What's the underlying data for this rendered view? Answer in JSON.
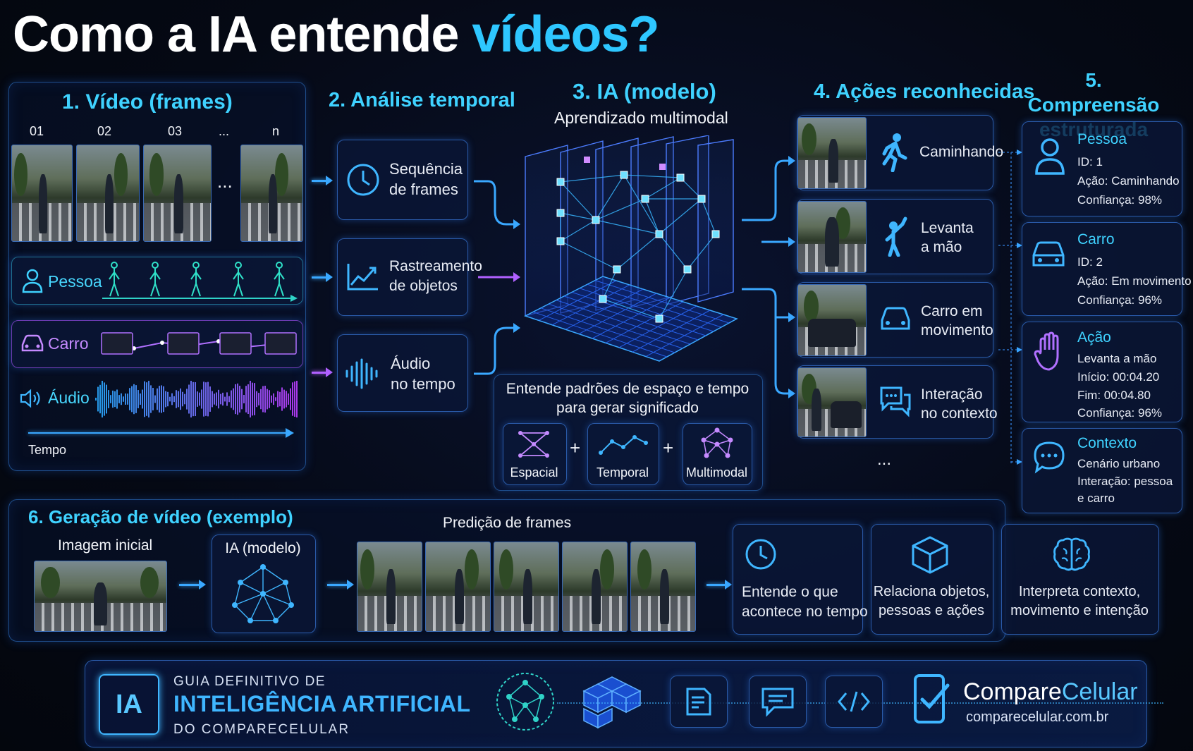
{
  "title": {
    "part1": "Como a IA entende ",
    "part2": "vídeos?"
  },
  "sec1": {
    "title": "1. Vídeo (frames)",
    "frames": [
      "01",
      "02",
      "03",
      "...",
      "n"
    ],
    "ellipsis": "...",
    "rows": [
      {
        "label": "Pessoa"
      },
      {
        "label": "Carro"
      },
      {
        "label": "Áudio"
      }
    ],
    "time_label": "Tempo"
  },
  "sec2": {
    "title": "2. Análise temporal",
    "items": [
      {
        "l1": "Sequência",
        "l2": "de frames"
      },
      {
        "l1": "Rastreamento",
        "l2": "de objetos"
      },
      {
        "l1": "Áudio",
        "l2": "no tempo"
      }
    ]
  },
  "sec3": {
    "title": "3. IA (modelo)",
    "subtitle": "Aprendizado multimodal",
    "box_l1": "Entende padrões de espaço e tempo",
    "box_l2": "para gerar significado",
    "chips": [
      "Espacial",
      "Temporal",
      "Multimodal"
    ],
    "plus": "+"
  },
  "sec4": {
    "title": "4. Ações reconhecidas",
    "items": [
      {
        "l1": "Caminhando",
        "l2": ""
      },
      {
        "l1": "Levanta",
        "l2": "a mão"
      },
      {
        "l1": "Carro em",
        "l2": "movimento"
      },
      {
        "l1": "Interação",
        "l2": "no contexto"
      }
    ],
    "more": "..."
  },
  "sec5": {
    "title_l1": "5. Compreensão",
    "title_l2": "estruturada",
    "cards": [
      {
        "title": "Pessoa",
        "lines": [
          "ID: 1",
          "Ação: Caminhando",
          "Confiança:  98%"
        ]
      },
      {
        "title": "Carro",
        "lines": [
          "ID: 2",
          "Ação: Em movimento",
          "Confiança:  96%"
        ]
      },
      {
        "title": "Ação",
        "lines": [
          "Levanta a mão",
          "Início: 00:04.20",
          "Fim:  00:04.80",
          "Confiança:  96%"
        ]
      },
      {
        "title": "Contexto",
        "lines": [
          "Cenário urbano",
          "Interação: pessoa",
          "e carro"
        ]
      }
    ]
  },
  "sec6": {
    "title": "6. Geração de vídeo (exemplo)",
    "initial": "Imagem inicial",
    "model": "IA (modelo)",
    "prediction": "Predição de frames",
    "cards": [
      {
        "l1": "Entende o que",
        "l2": "acontece no tempo"
      },
      {
        "l1": "Relaciona objetos,",
        "l2": "pessoas e ações"
      },
      {
        "l1": "Interpreta contexto,",
        "l2": "movimento e intenção"
      }
    ]
  },
  "footer": {
    "chip": "IA",
    "line1": "GUIA DEFINITIVO DE",
    "line2": "INTELIGÊNCIA ARTIFICIAL",
    "line3": "DO COMPARECELULAR",
    "brand_a": "Compare",
    "brand_b": "Celular",
    "url": "comparecelular.com.br"
  },
  "colors": {
    "accent": "#3fd2ff",
    "purple": "#b060ff",
    "blue": "#3aa8ff"
  }
}
